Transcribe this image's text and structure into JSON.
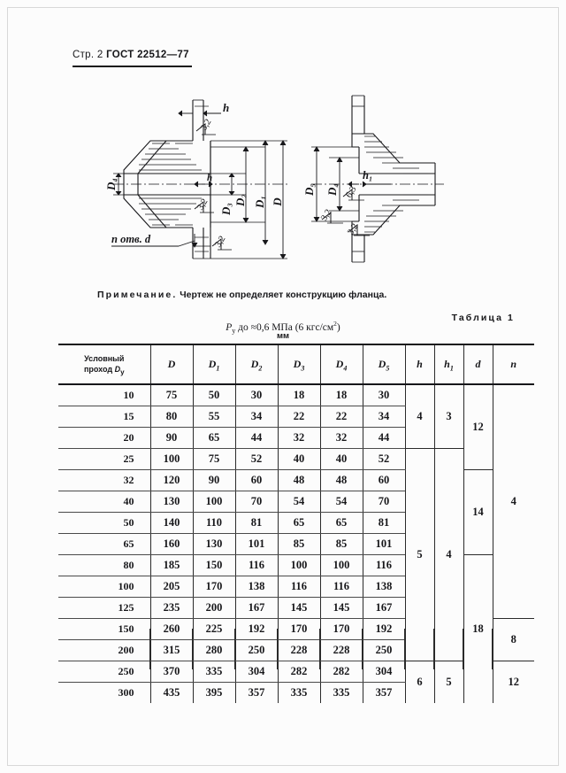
{
  "header": {
    "page_label": "Стр. 2",
    "standard": "ГОСТ 22512—77"
  },
  "drawing": {
    "left_view_labels": [
      "h",
      "3,2",
      "D4",
      "D3",
      "D2",
      "D1",
      "D",
      "3,2",
      "3,2",
      "n отв. d"
    ],
    "right_view_labels": [
      "D5",
      "D4",
      "h1",
      "6,3",
      "3,2",
      "3,2"
    ],
    "holes_label": "n отв. d",
    "roughness_32": "3,2",
    "roughness_63": "6,3",
    "dim_h": "h",
    "dim_h1": "h1"
  },
  "note": {
    "prefix": "Примечание.",
    "text": "Чертеж не определяет конструкцию фланца."
  },
  "table_caption": "Таблица 1",
  "pressure_note": {
    "symbol": "P",
    "symbol_sub": "у",
    "text_before": " до  ≈0,6  МПа  (6 кгс/см",
    "sup": "2",
    "text_after": ")"
  },
  "units": "мм",
  "chart_data": {
    "type": "table",
    "title": "Таблица 1",
    "subtitle": "Pу до ≈0,6 МПа (6 кгс/см²), мм",
    "columns": [
      "Условный проход Dу",
      "D",
      "D1",
      "D2",
      "D3",
      "D4",
      "D5",
      "h",
      "h1",
      "d",
      "n"
    ],
    "column_headers_display": [
      {
        "line1": "Условный",
        "line2": "проход",
        "sub": "у",
        "main": "D"
      },
      {
        "main": "D"
      },
      {
        "main": "D",
        "sub": "1"
      },
      {
        "main": "D",
        "sub": "2"
      },
      {
        "main": "D",
        "sub": "3"
      },
      {
        "main": "D",
        "sub": "4"
      },
      {
        "main": "D",
        "sub": "5"
      },
      {
        "main": "h"
      },
      {
        "main": "h",
        "sub": "1"
      },
      {
        "main": "d"
      },
      {
        "main": "n"
      }
    ],
    "rows": [
      {
        "dy": "10",
        "D": "75",
        "D1": "50",
        "D2": "30",
        "D3": "18",
        "D4": "18",
        "D5": "30"
      },
      {
        "dy": "15",
        "D": "80",
        "D1": "55",
        "D2": "34",
        "D3": "22",
        "D4": "22",
        "D5": "34"
      },
      {
        "dy": "20",
        "D": "90",
        "D1": "65",
        "D2": "44",
        "D3": "32",
        "D4": "32",
        "D5": "44"
      },
      {
        "dy": "25",
        "D": "100",
        "D1": "75",
        "D2": "52",
        "D3": "40",
        "D4": "40",
        "D5": "52"
      },
      {
        "dy": "32",
        "D": "120",
        "D1": "90",
        "D2": "60",
        "D3": "48",
        "D4": "48",
        "D5": "60"
      },
      {
        "dy": "40",
        "D": "130",
        "D1": "100",
        "D2": "70",
        "D3": "54",
        "D4": "54",
        "D5": "70"
      },
      {
        "dy": "50",
        "D": "140",
        "D1": "110",
        "D2": "81",
        "D3": "65",
        "D4": "65",
        "D5": "81"
      },
      {
        "dy": "65",
        "D": "160",
        "D1": "130",
        "D2": "101",
        "D3": "85",
        "D4": "85",
        "D5": "101"
      },
      {
        "dy": "80",
        "D": "185",
        "D1": "150",
        "D2": "116",
        "D3": "100",
        "D4": "100",
        "D5": "116"
      },
      {
        "dy": "100",
        "D": "205",
        "D1": "170",
        "D2": "138",
        "D3": "116",
        "D4": "116",
        "D5": "138"
      },
      {
        "dy": "125",
        "D": "235",
        "D1": "200",
        "D2": "167",
        "D3": "145",
        "D4": "145",
        "D5": "167"
      },
      {
        "dy": "150",
        "D": "260",
        "D1": "225",
        "D2": "192",
        "D3": "170",
        "D4": "170",
        "D5": "192"
      },
      {
        "dy": "200",
        "D": "315",
        "D1": "280",
        "D2": "250",
        "D3": "228",
        "D4": "228",
        "D5": "250"
      },
      {
        "dy": "250",
        "D": "370",
        "D1": "335",
        "D2": "304",
        "D3": "282",
        "D4": "282",
        "D5": "304"
      },
      {
        "dy": "300",
        "D": "435",
        "D1": "395",
        "D2": "357",
        "D3": "335",
        "D4": "335",
        "D5": "357"
      }
    ],
    "merged_groups": {
      "h": [
        {
          "value": "4",
          "rows": [
            0,
            2
          ]
        },
        {
          "value": "5",
          "rows": [
            3,
            12
          ]
        },
        {
          "value": "6",
          "rows": [
            13,
            14
          ]
        }
      ],
      "h1": [
        {
          "value": "3",
          "rows": [
            0,
            2
          ]
        },
        {
          "value": "4",
          "rows": [
            3,
            12
          ]
        },
        {
          "value": "5",
          "rows": [
            13,
            14
          ]
        }
      ],
      "d": [
        {
          "value": "12",
          "rows": [
            0,
            3
          ]
        },
        {
          "value": "14",
          "rows": [
            4,
            7
          ]
        },
        {
          "value": "18",
          "rows": [
            8,
            14
          ]
        }
      ],
      "n": [
        {
          "value": "4",
          "rows": [
            0,
            10
          ]
        },
        {
          "value": "8",
          "rows": [
            11,
            12
          ]
        },
        {
          "value": "12",
          "rows": [
            13,
            14
          ]
        }
      ]
    }
  }
}
